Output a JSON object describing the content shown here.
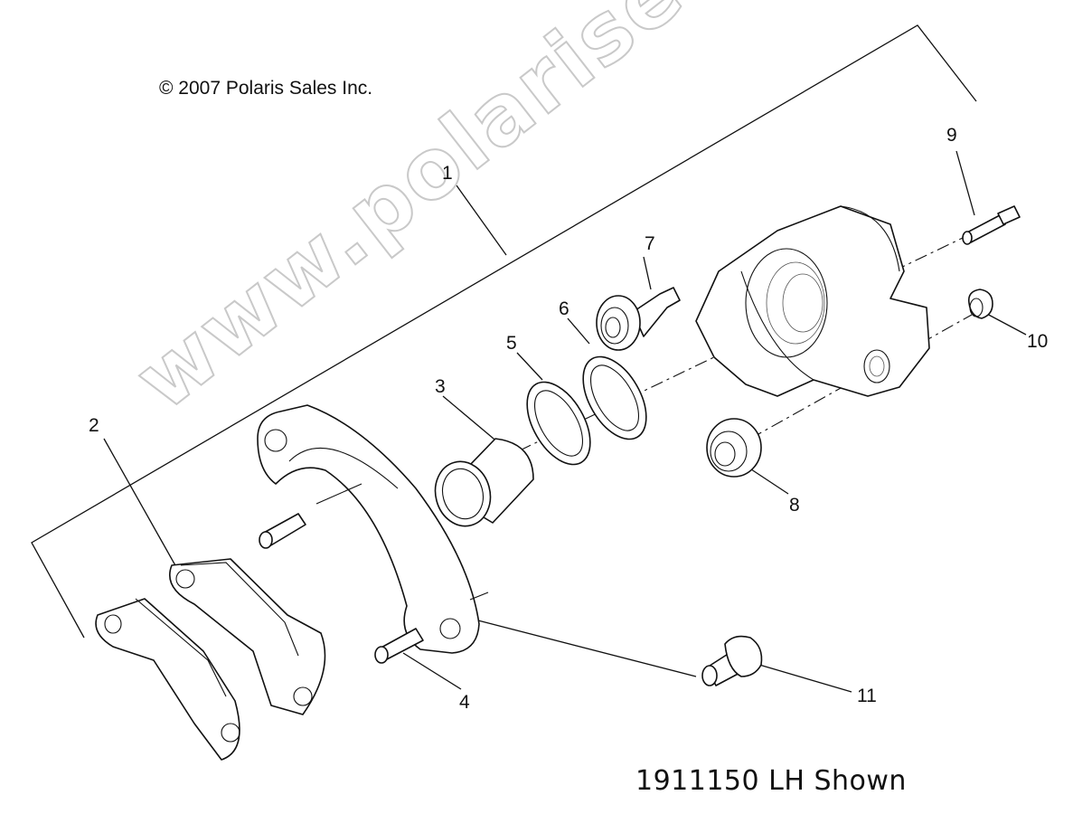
{
  "copyright": "© 2007 Polaris Sales Inc.",
  "caption": "1911150 LH Shown",
  "watermark": "www.polarisersatzteile.de",
  "callouts": {
    "c1": "1",
    "c2": "2",
    "c3": "3",
    "c4": "4",
    "c5": "5",
    "c6": "6",
    "c7": "7",
    "c8": "8",
    "c9": "9",
    "c10": "10",
    "c11": "11"
  }
}
